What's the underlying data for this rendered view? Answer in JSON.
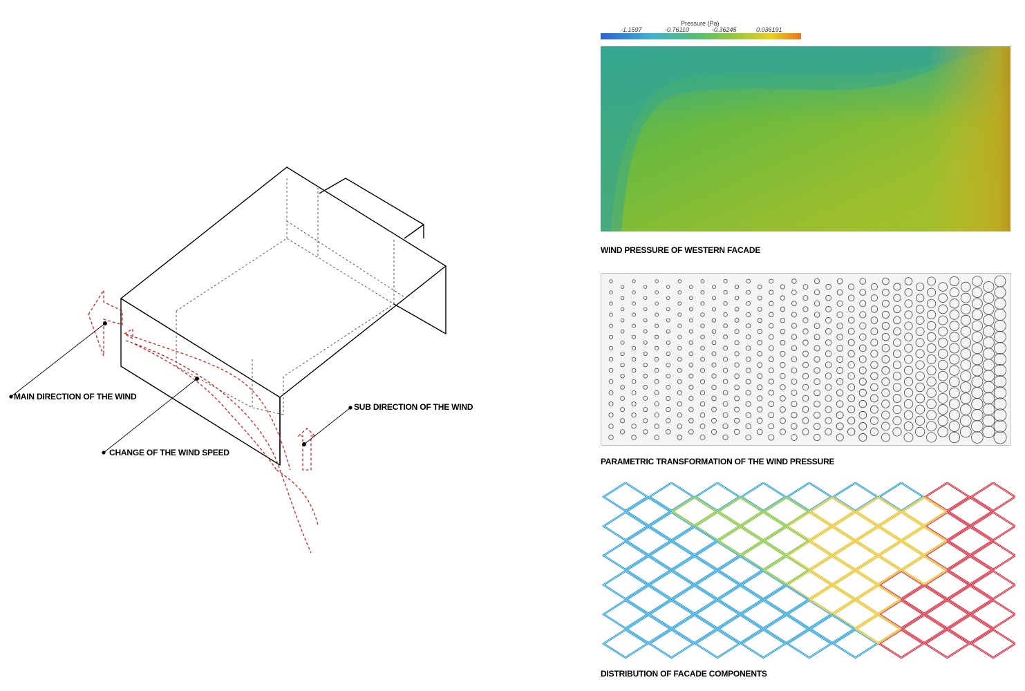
{
  "isometric_diagram": {
    "labels": {
      "main_direction": "MAIN DIRECTION OF THE WIND",
      "sub_direction": "SUB DIRECTION OF THE WIND",
      "speed_change": "CHANGE OF THE WIND SPEED"
    },
    "line_color": "#000000",
    "wind_color": "#cc2222"
  },
  "pressure_panel": {
    "scale_title": "Pressure (Pa)",
    "scale_ticks": [
      "-1.1597",
      "-0.76110",
      "-0.36245",
      "0.036191"
    ],
    "gradient_colors": [
      "#2a62d6",
      "#3fb0d0",
      "#58c06a",
      "#a7c83a",
      "#e8d020",
      "#e8781e"
    ],
    "caption": "WIND PRESSURE OF WESTERN FACADE"
  },
  "parametric_panel": {
    "caption": "PARAMETRIC TRANSFORMATION OF THE WIND PRESSURE",
    "circle_stroke": "#444444",
    "background": "#f4f4f4"
  },
  "distribution_panel": {
    "caption": "DISTRIBUTION OF FACADE COMPONENTS",
    "colors": {
      "low": "#3aa7d8",
      "mid": "#8cc84b",
      "high": "#e8c83a",
      "peak": "#d8364a"
    }
  }
}
